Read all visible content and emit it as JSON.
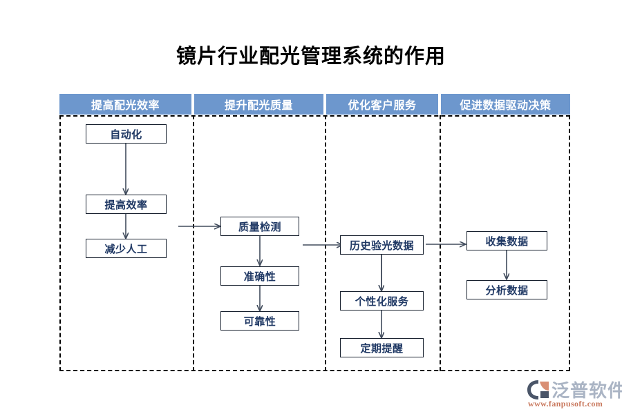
{
  "page": {
    "title": "镜片行业配光管理系统的作用",
    "background_color": "#ffffff",
    "header_color": "#6d97cd",
    "node_text_color": "#1f3864",
    "node_border_color": "#17202e",
    "arrow_color": "#404b5c"
  },
  "columns": [
    {
      "header": "提高配光效率",
      "nodes": [
        {
          "label": "自动化"
        },
        {
          "label": "提高效率"
        },
        {
          "label": "减少人工"
        }
      ]
    },
    {
      "header": "提升配光质量",
      "nodes": [
        {
          "label": "质量检测"
        },
        {
          "label": "准确性"
        },
        {
          "label": "可靠性"
        }
      ]
    },
    {
      "header": "优化客户服务",
      "nodes": [
        {
          "label": "历史验光数据"
        },
        {
          "label": "个性化服务"
        },
        {
          "label": "定期提醒"
        }
      ]
    },
    {
      "header": "促进数据驱动决策",
      "nodes": [
        {
          "label": "收集数据"
        },
        {
          "label": "分析数据"
        }
      ]
    }
  ],
  "watermark": {
    "brand": "泛普软件",
    "url": "www.fanpusoft.com",
    "mark_color_dark": "#4a5568",
    "mark_color_accent": "#d98f74",
    "brand_color": "#aab4c4",
    "url_color": "#c9795e"
  }
}
